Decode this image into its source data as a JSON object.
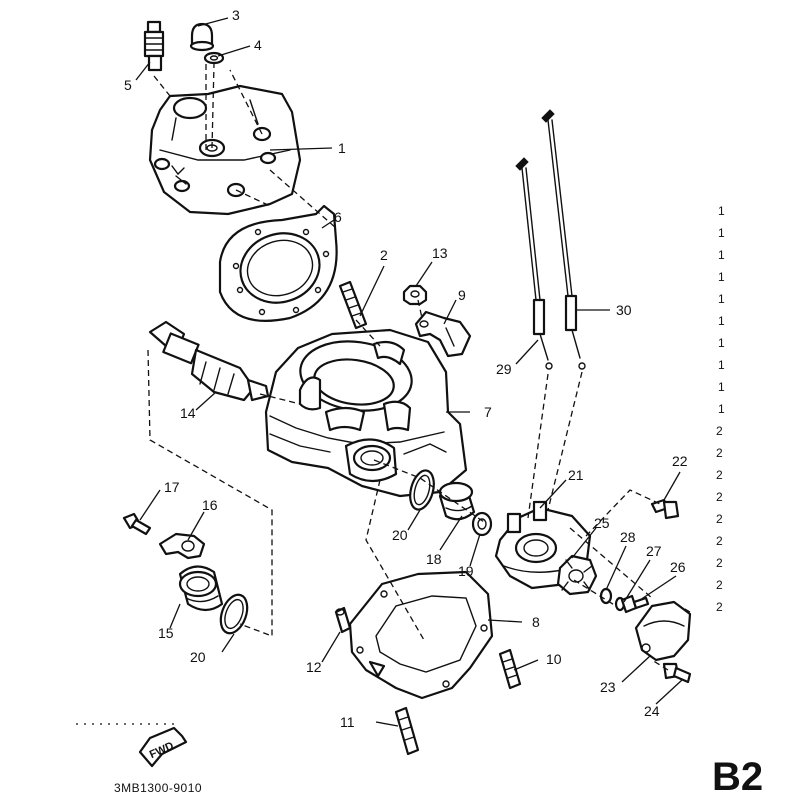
{
  "callouts": [
    "1",
    "2",
    "3",
    "4",
    "5",
    "6",
    "7",
    "8",
    "9",
    "10",
    "11",
    "12",
    "13",
    "14",
    "15",
    "16",
    "17",
    "18",
    "19",
    "20",
    "20",
    "21",
    "22",
    "23",
    "24",
    "25",
    "26",
    "27",
    "28",
    "29",
    "30"
  ],
  "side_index": [
    "1",
    "1",
    "1",
    "1",
    "1",
    "1",
    "1",
    "1",
    "1",
    "1",
    "2",
    "2",
    "2",
    "2",
    "2",
    "2",
    "2",
    "2",
    "2"
  ],
  "drawing_code": "3MB1300-9010",
  "page_code": "B2",
  "fwd_label": "FWD"
}
